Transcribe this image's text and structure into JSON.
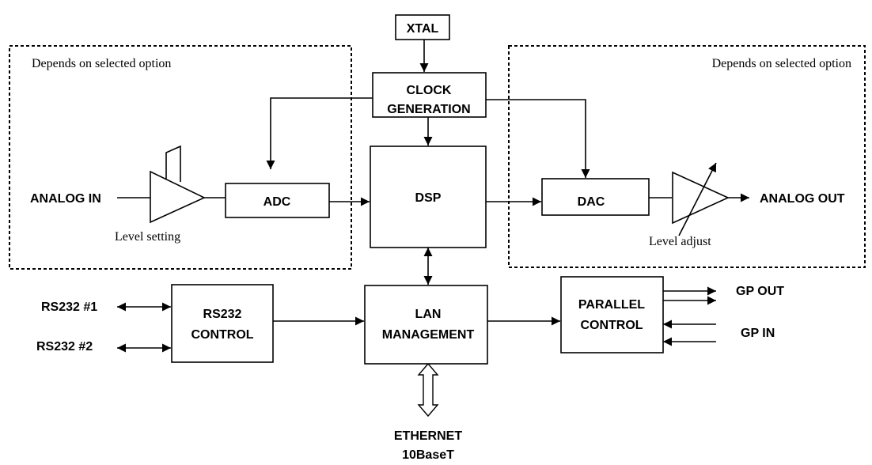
{
  "regions": {
    "left_note": "Depends on selected option",
    "right_note": "Depends on selected option"
  },
  "blocks": {
    "xtal": "XTAL",
    "clock_line1": "CLOCK",
    "clock_line2": "GENERATION",
    "adc": "ADC",
    "dsp": "DSP",
    "dac": "DAC",
    "rs232_line1": "RS232",
    "rs232_line2": "CONTROL",
    "lan_line1": "LAN",
    "lan_line2": "MANAGEMENT",
    "parallel_line1": "PARALLEL",
    "parallel_line2": "CONTROL"
  },
  "io": {
    "analog_in": "ANALOG IN",
    "analog_out": "ANALOG OUT",
    "rs232_1": "RS232 #1",
    "rs232_2": "RS232 #2",
    "gp_out": "GP OUT",
    "gp_in": "GP IN",
    "ethernet_line1": "ETHERNET",
    "ethernet_line2": "10BaseT"
  },
  "annotations": {
    "level_setting": "Level setting",
    "level_adjust": "Level adjust"
  }
}
